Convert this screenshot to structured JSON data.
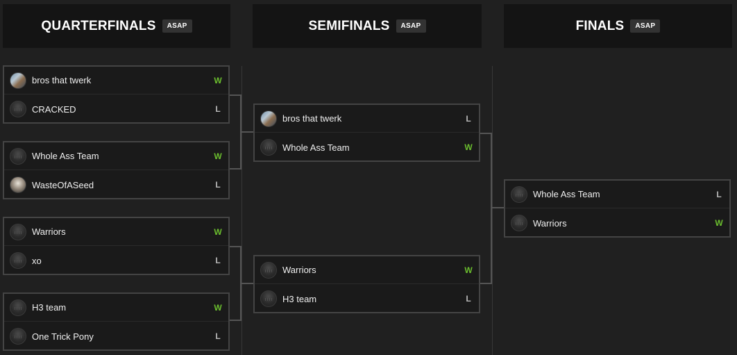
{
  "columns": [
    {
      "title": "QUARTERFINALS",
      "badge": "ASAP"
    },
    {
      "title": "SEMIFINALS",
      "badge": "ASAP"
    },
    {
      "title": "FINALS",
      "badge": "ASAP"
    }
  ],
  "colors": {
    "win": "#6bbf2e",
    "loss": "#b8b8b8",
    "header_bg": "#141414",
    "page_bg": "#202020"
  },
  "quarterfinals": [
    {
      "top": {
        "team": "bros that twerk",
        "result": "W",
        "avatar": "team-photo-icon"
      },
      "bottom": {
        "team": "CRACKED",
        "result": "L",
        "avatar": "default-team-icon"
      }
    },
    {
      "top": {
        "team": "Whole Ass Team",
        "result": "W",
        "avatar": "default-team-icon"
      },
      "bottom": {
        "team": "WasteOfASeed",
        "result": "L",
        "avatar": "player-photo-icon"
      }
    },
    {
      "top": {
        "team": "Warriors",
        "result": "W",
        "avatar": "default-team-icon"
      },
      "bottom": {
        "team": "xo",
        "result": "L",
        "avatar": "default-team-icon"
      }
    },
    {
      "top": {
        "team": "H3 team",
        "result": "W",
        "avatar": "default-team-icon"
      },
      "bottom": {
        "team": "One Trick Pony",
        "result": "L",
        "avatar": "default-team-icon"
      }
    }
  ],
  "semifinals": [
    {
      "top": {
        "team": "bros that twerk",
        "result": "L",
        "avatar": "team-photo-icon"
      },
      "bottom": {
        "team": "Whole Ass Team",
        "result": "W",
        "avatar": "default-team-icon"
      }
    },
    {
      "top": {
        "team": "Warriors",
        "result": "W",
        "avatar": "default-team-icon"
      },
      "bottom": {
        "team": "H3 team",
        "result": "L",
        "avatar": "default-team-icon"
      }
    }
  ],
  "finals": [
    {
      "top": {
        "team": "Whole Ass Team",
        "result": "L",
        "avatar": "default-team-icon"
      },
      "bottom": {
        "team": "Warriors",
        "result": "W",
        "avatar": "default-team-icon"
      }
    }
  ]
}
